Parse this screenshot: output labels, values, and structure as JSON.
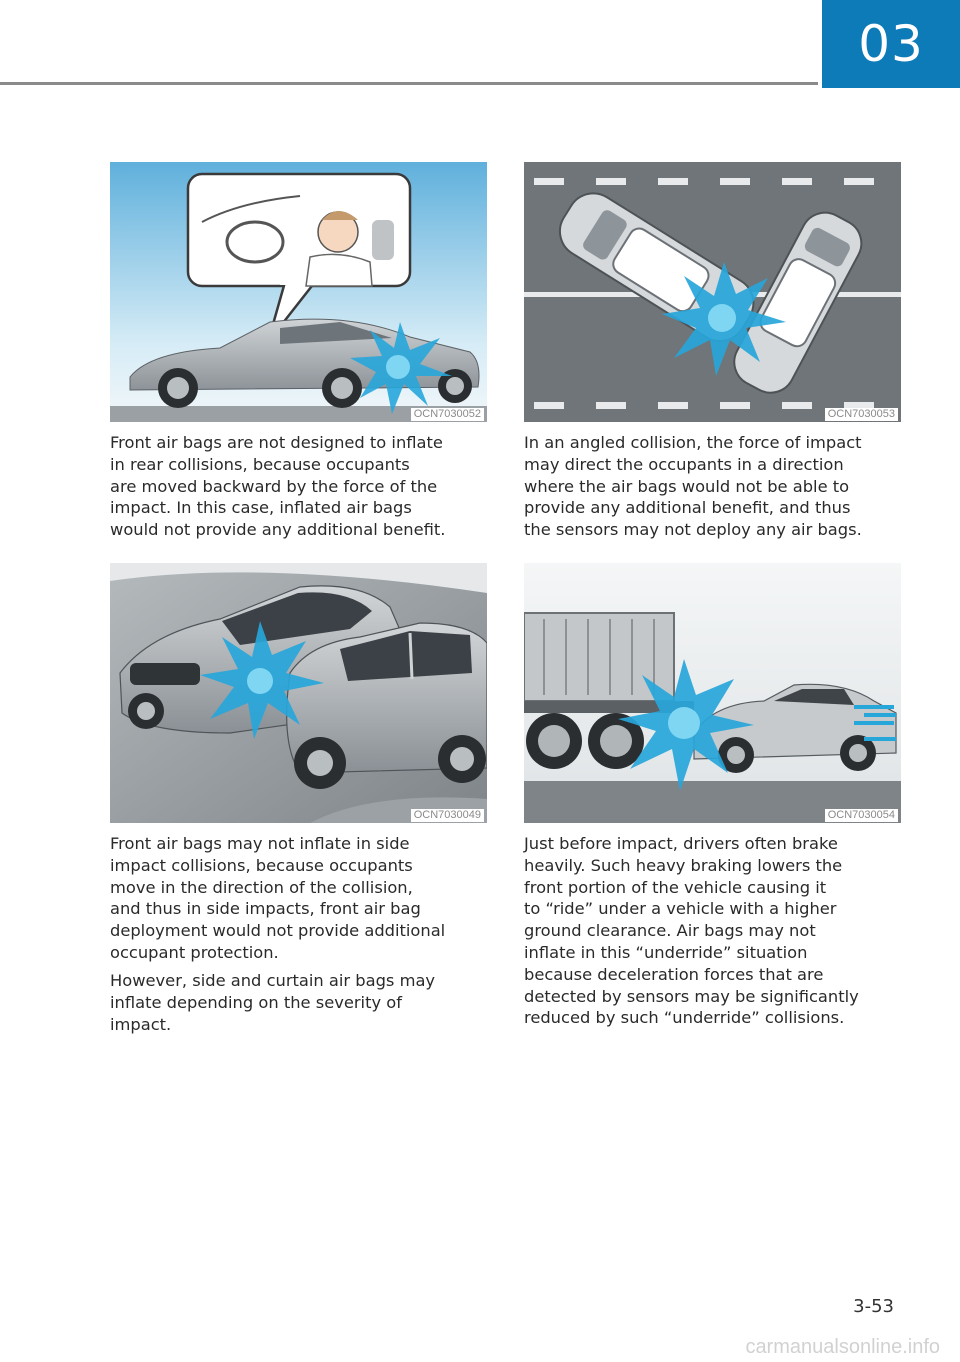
{
  "header": {
    "chapter": "03",
    "accent_color": "#0c7bb8"
  },
  "figures": [
    {
      "code": "OCN7030052",
      "icon": "rear-collision-illustration",
      "text": [
        "Front air bags are not designed to inflate",
        "in rear collisions, because occupants",
        "are moved backward by the force of the",
        "impact. In this case, inflated air bags",
        "would not provide any additional benefit."
      ]
    },
    {
      "code": "OCN7030053",
      "icon": "angled-collision-illustration",
      "text": [
        "In an angled collision, the force of impact",
        "may direct the occupants in a direction",
        "where the air bags would not be able to",
        "provide any additional benefit, and thus",
        "the sensors may not deploy any air bags."
      ]
    },
    {
      "code": "OCN7030049",
      "icon": "side-collision-illustration",
      "text": [
        "Front air bags may not inflate in side",
        "impact collisions, because occupants",
        "move in the direction of the collision,",
        "and thus in side impacts, front air bag",
        "deployment would not provide additional",
        "occupant protection."
      ],
      "text2": [
        "However, side and curtain air bags may",
        "inflate depending on the severity of",
        "impact."
      ]
    },
    {
      "code": "OCN7030054",
      "icon": "underride-collision-illustration",
      "text": [
        "Just before impact, drivers often brake",
        "heavily. Such heavy braking lowers the",
        "front portion of the vehicle causing it",
        "to “ride” under a vehicle with a higher",
        "ground clearance. Air bags may not",
        "inflate in this “underride” situation",
        "because deceleration forces that are",
        "detected by sensors may be significantly",
        "reduced by such “underride” collisions."
      ]
    }
  ],
  "footer": {
    "page_number": "3-53",
    "watermark": "carmanualsonline.info"
  }
}
